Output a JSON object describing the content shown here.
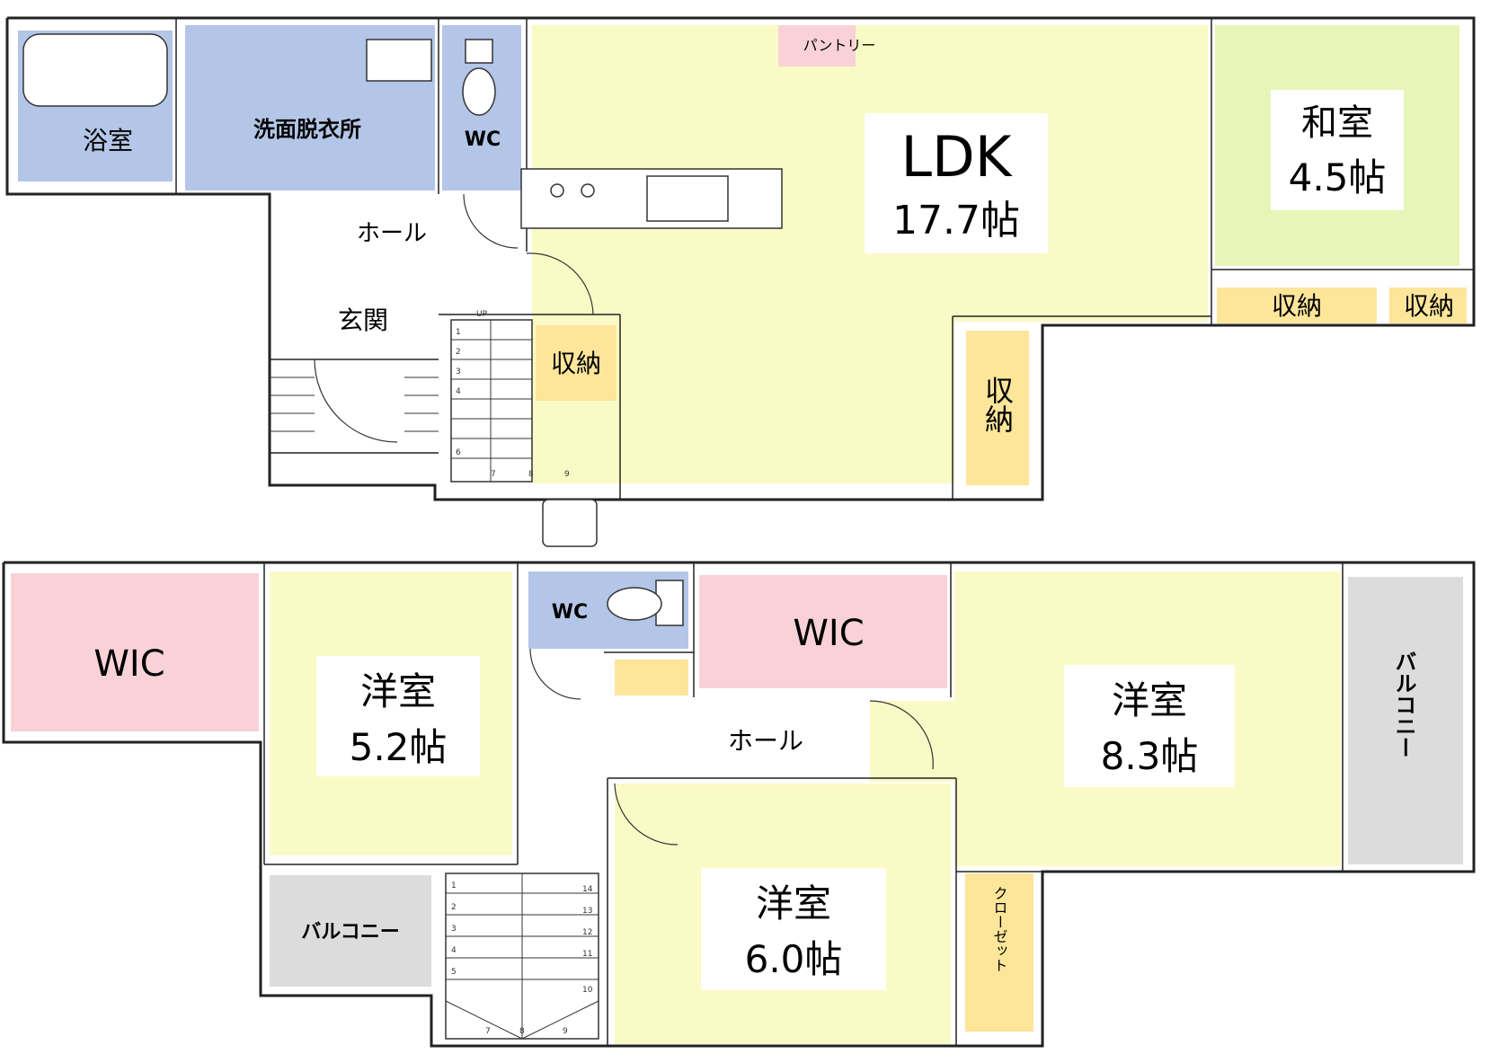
{
  "colors": {
    "wet_area": "#b4c6e7",
    "living": "#fafac6",
    "japanese_room": "#e8f5b8",
    "storage": "#fde59a",
    "closet_pink": "#f9d2d8",
    "balcony": "#dcdcdc",
    "pantry": "#f9d2d8"
  },
  "floor1": {
    "bath": "浴室",
    "washroom": "洗面脱衣所",
    "wc": "WC",
    "hall": "ホール",
    "entrance": "玄関",
    "pantry": "パントリー",
    "ldk_name": "LDK",
    "ldk_size": "17.7帖",
    "washitsu_name": "和室",
    "washitsu_size": "4.5帖",
    "storage_a": "収納",
    "storage_b": "収納",
    "storage_c": "収納",
    "storage_d": "収納",
    "stair_up": "UP",
    "stair_steps": [
      "1",
      "2",
      "3",
      "4",
      "6",
      "7",
      "8",
      "9"
    ]
  },
  "floor2": {
    "wic_left": "WIC",
    "wic_center": "WIC",
    "wc": "WC",
    "hall": "ホール",
    "room1_name": "洋室",
    "room1_size": "5.2帖",
    "room2_name": "洋室",
    "room2_size": "8.3帖",
    "room3_name": "洋室",
    "room3_size": "6.0帖",
    "balcony_left": "バルコニー",
    "balcony_right": "バルコニー",
    "closet": "クローゼット",
    "stair_steps_left": [
      "1",
      "2",
      "3",
      "4",
      "5",
      "7",
      "8"
    ],
    "stair_steps_right": [
      "14",
      "13",
      "12",
      "11",
      "10",
      "9"
    ]
  }
}
